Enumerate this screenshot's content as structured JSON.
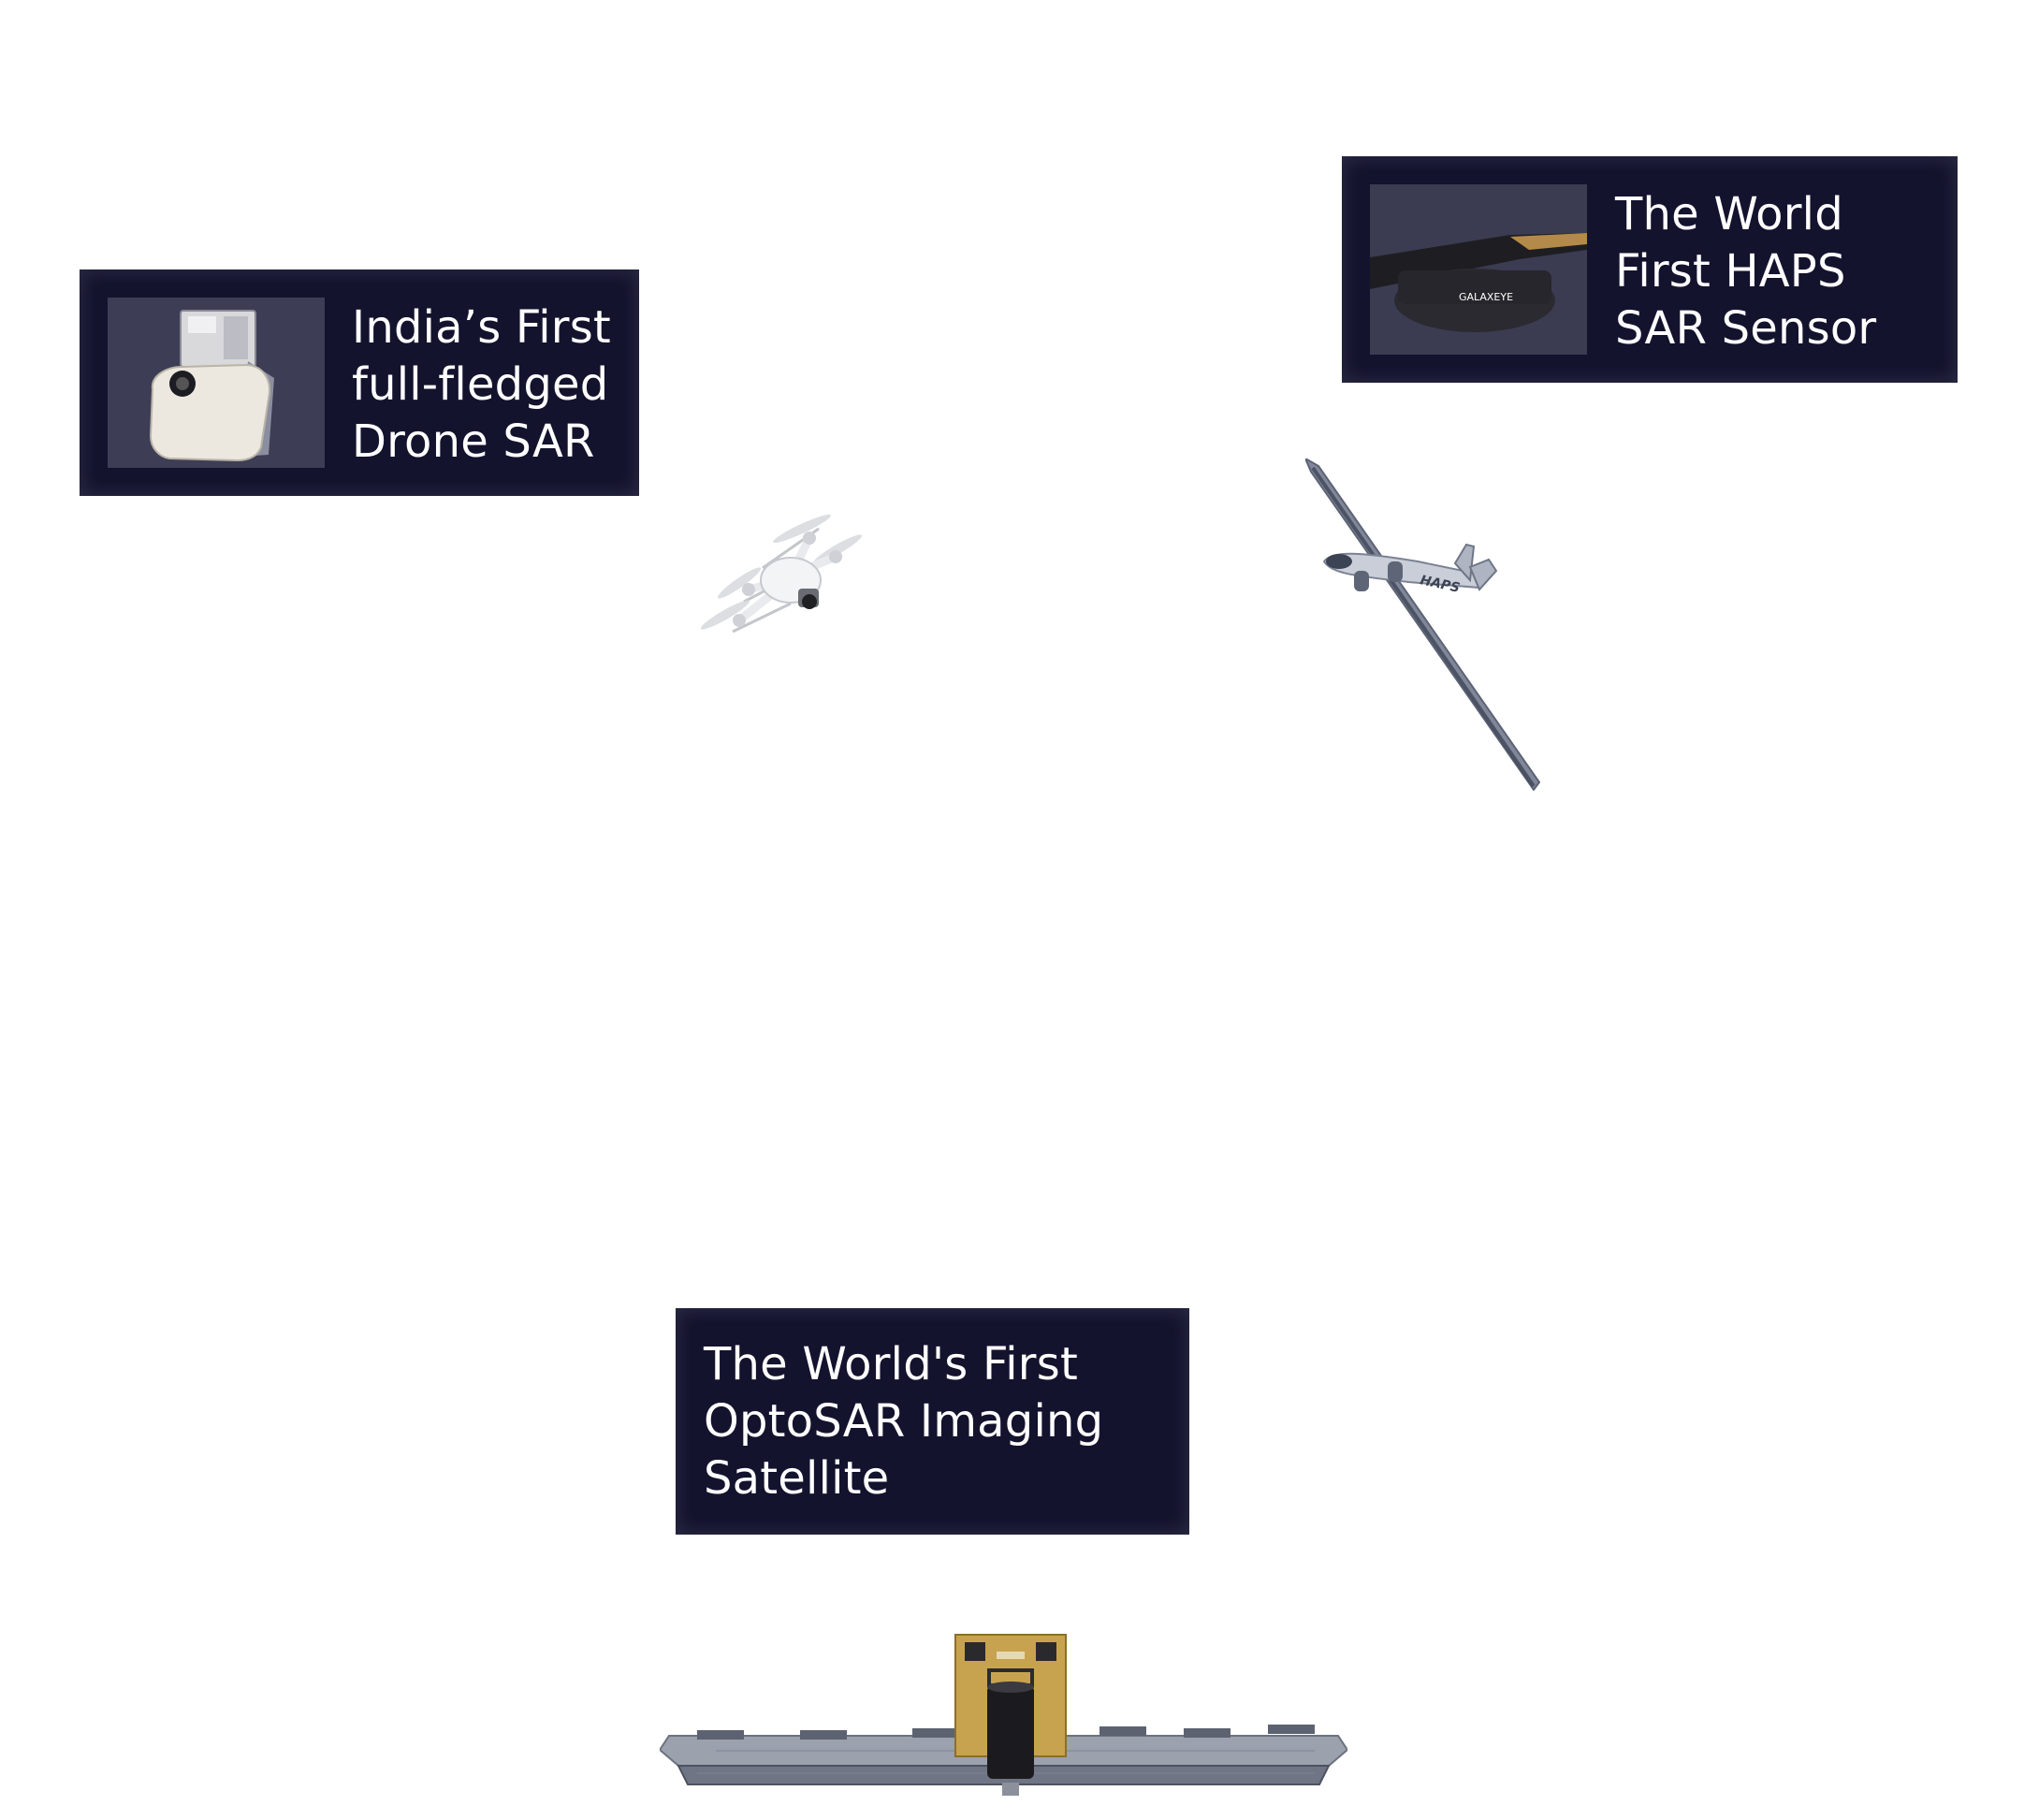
{
  "cards": [
    {
      "id": "drone",
      "caption": "India’s First\nfull-fledged\nDrone SAR",
      "thumbnail_icon": "drone-sar-sensor-icon"
    },
    {
      "id": "haps",
      "caption": "The World\nFirst HAPS\nSAR Sensor",
      "thumbnail_icon": "haps-sar-sensor-icon",
      "thumbnail_text": "GALAXEYE"
    },
    {
      "id": "satellite",
      "caption": "The World's First\nOptoSAR Imaging\nSatellite"
    }
  ],
  "illustrations": {
    "drone": "quadcopter-drone-icon",
    "haps": "haps-aircraft-icon",
    "haps_label": "HAPS",
    "satellite": "optosar-satellite-icon"
  },
  "colors": {
    "card_background": "#14132e",
    "caption_text": "#ffffff",
    "thumbnail_background": "#3a3a52",
    "satellite_body": "#c8a34f"
  }
}
